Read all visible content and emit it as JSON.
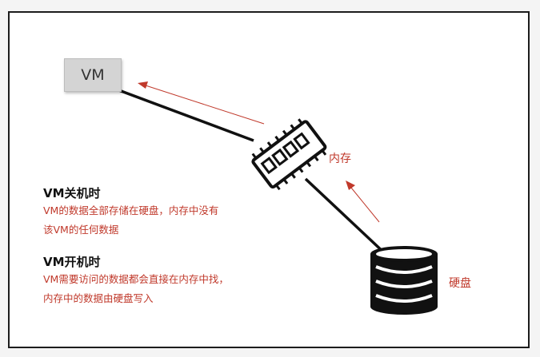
{
  "diagram": {
    "vm_label": "VM",
    "memory_label": "内存",
    "disk_label": "硬盘"
  },
  "shutdown": {
    "title": "VM关机时",
    "lines": [
      "VM的数据全部存储在硬盘，内存中没有",
      "该VM的任何数据"
    ]
  },
  "startup": {
    "title": "VM开机时",
    "lines": [
      "VM需要访问的数据都会直接在内存中找，",
      "内存中的数据由硬盘写入"
    ]
  },
  "colors": {
    "accent": "#c0392b",
    "line": "#111111",
    "vm_box": "#d4d4d4"
  }
}
